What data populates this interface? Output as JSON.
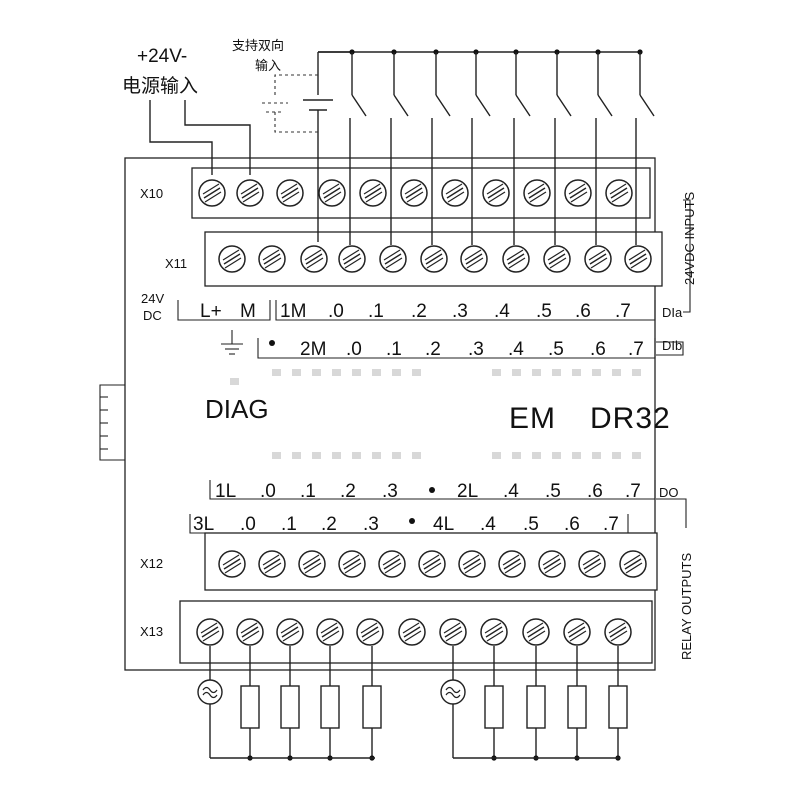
{
  "power": {
    "voltage": "+24V-",
    "label": "电源输入"
  },
  "bidirectional": {
    "line1": "支持双向",
    "line2": "输入"
  },
  "connectors": {
    "x10": "X10",
    "x11": "X11",
    "x12": "X12",
    "x13": "X13"
  },
  "inputs": {
    "dc_label_1": "24V",
    "dc_label_2": "DC",
    "row_a": [
      "L+",
      "M",
      "1M",
      ".0",
      ".1",
      ".2",
      ".3",
      ".4",
      ".5",
      ".6",
      ".7"
    ],
    "row_a_tag": "DIa",
    "row_b": [
      "2M",
      ".0",
      ".1",
      ".2",
      ".3",
      ".4",
      ".5",
      ".6",
      ".7"
    ],
    "row_b_tag": "DIb",
    "side_label": "24VDC INPUTS"
  },
  "module": {
    "diag": "DIAG",
    "em": "EM",
    "model": "DR32"
  },
  "outputs": {
    "row_a": [
      "1L",
      ".0",
      ".1",
      ".2",
      ".3",
      "2L",
      ".4",
      ".5",
      ".6",
      ".7"
    ],
    "row_a_tag": "DO",
    "row_b": [
      "3L",
      ".0",
      ".1",
      ".2",
      ".3",
      "4L",
      ".4",
      ".5",
      ".6",
      ".7"
    ],
    "side_label": "RELAY OUTPUTS"
  },
  "colors": {
    "ink": "#222222",
    "led": "#d8d8d8",
    "terminal_bg": "#ffffff"
  }
}
